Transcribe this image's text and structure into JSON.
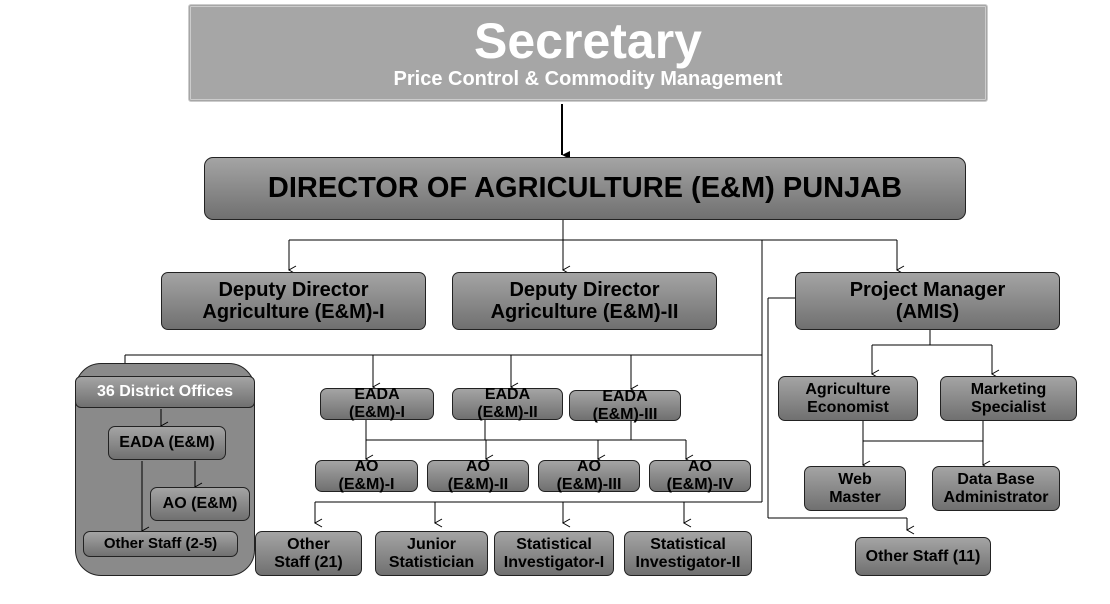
{
  "secretary": {
    "title": "Secretary",
    "subtitle": "Price Control & Commodity Management"
  },
  "director": "DIRECTOR OF AGRICULTURE (E&M) PUNJAB",
  "deputy_directors": [
    [
      "Deputy Director",
      "Agriculture (E&M)-I"
    ],
    [
      "Deputy Director",
      "Agriculture (E&M)-II"
    ]
  ],
  "project_manager": [
    "Project Manager",
    "(AMIS)"
  ],
  "district": {
    "header": "36 District Offices",
    "eada": "EADA (E&M)",
    "ao": "AO (E&M)",
    "other": "Other Staff (2-5)"
  },
  "eada": [
    [
      "EADA",
      "(E&M)-I"
    ],
    [
      "EADA",
      "(E&M)-II"
    ],
    [
      "EADA",
      "(E&M)-III"
    ]
  ],
  "ao": [
    [
      "AO",
      "(E&M)-I"
    ],
    [
      "AO",
      "(E&M)-II"
    ],
    [
      "AO",
      "(E&M)-III"
    ],
    [
      "AO",
      "(E&M)-IV"
    ]
  ],
  "staff": [
    [
      "Other",
      "Staff (21)"
    ],
    [
      "Junior",
      "Statistician"
    ],
    [
      "Statistical",
      "Investigator-I"
    ],
    [
      "Statistical",
      "Investigator-II"
    ]
  ],
  "amis": {
    "econ": [
      "Agriculture",
      "Economist"
    ],
    "marketing": [
      "Marketing",
      "Specialist"
    ],
    "web": [
      "Web",
      "Master"
    ],
    "dba": [
      "Data Base",
      "Administrator"
    ],
    "other": "Other Staff (11)"
  }
}
